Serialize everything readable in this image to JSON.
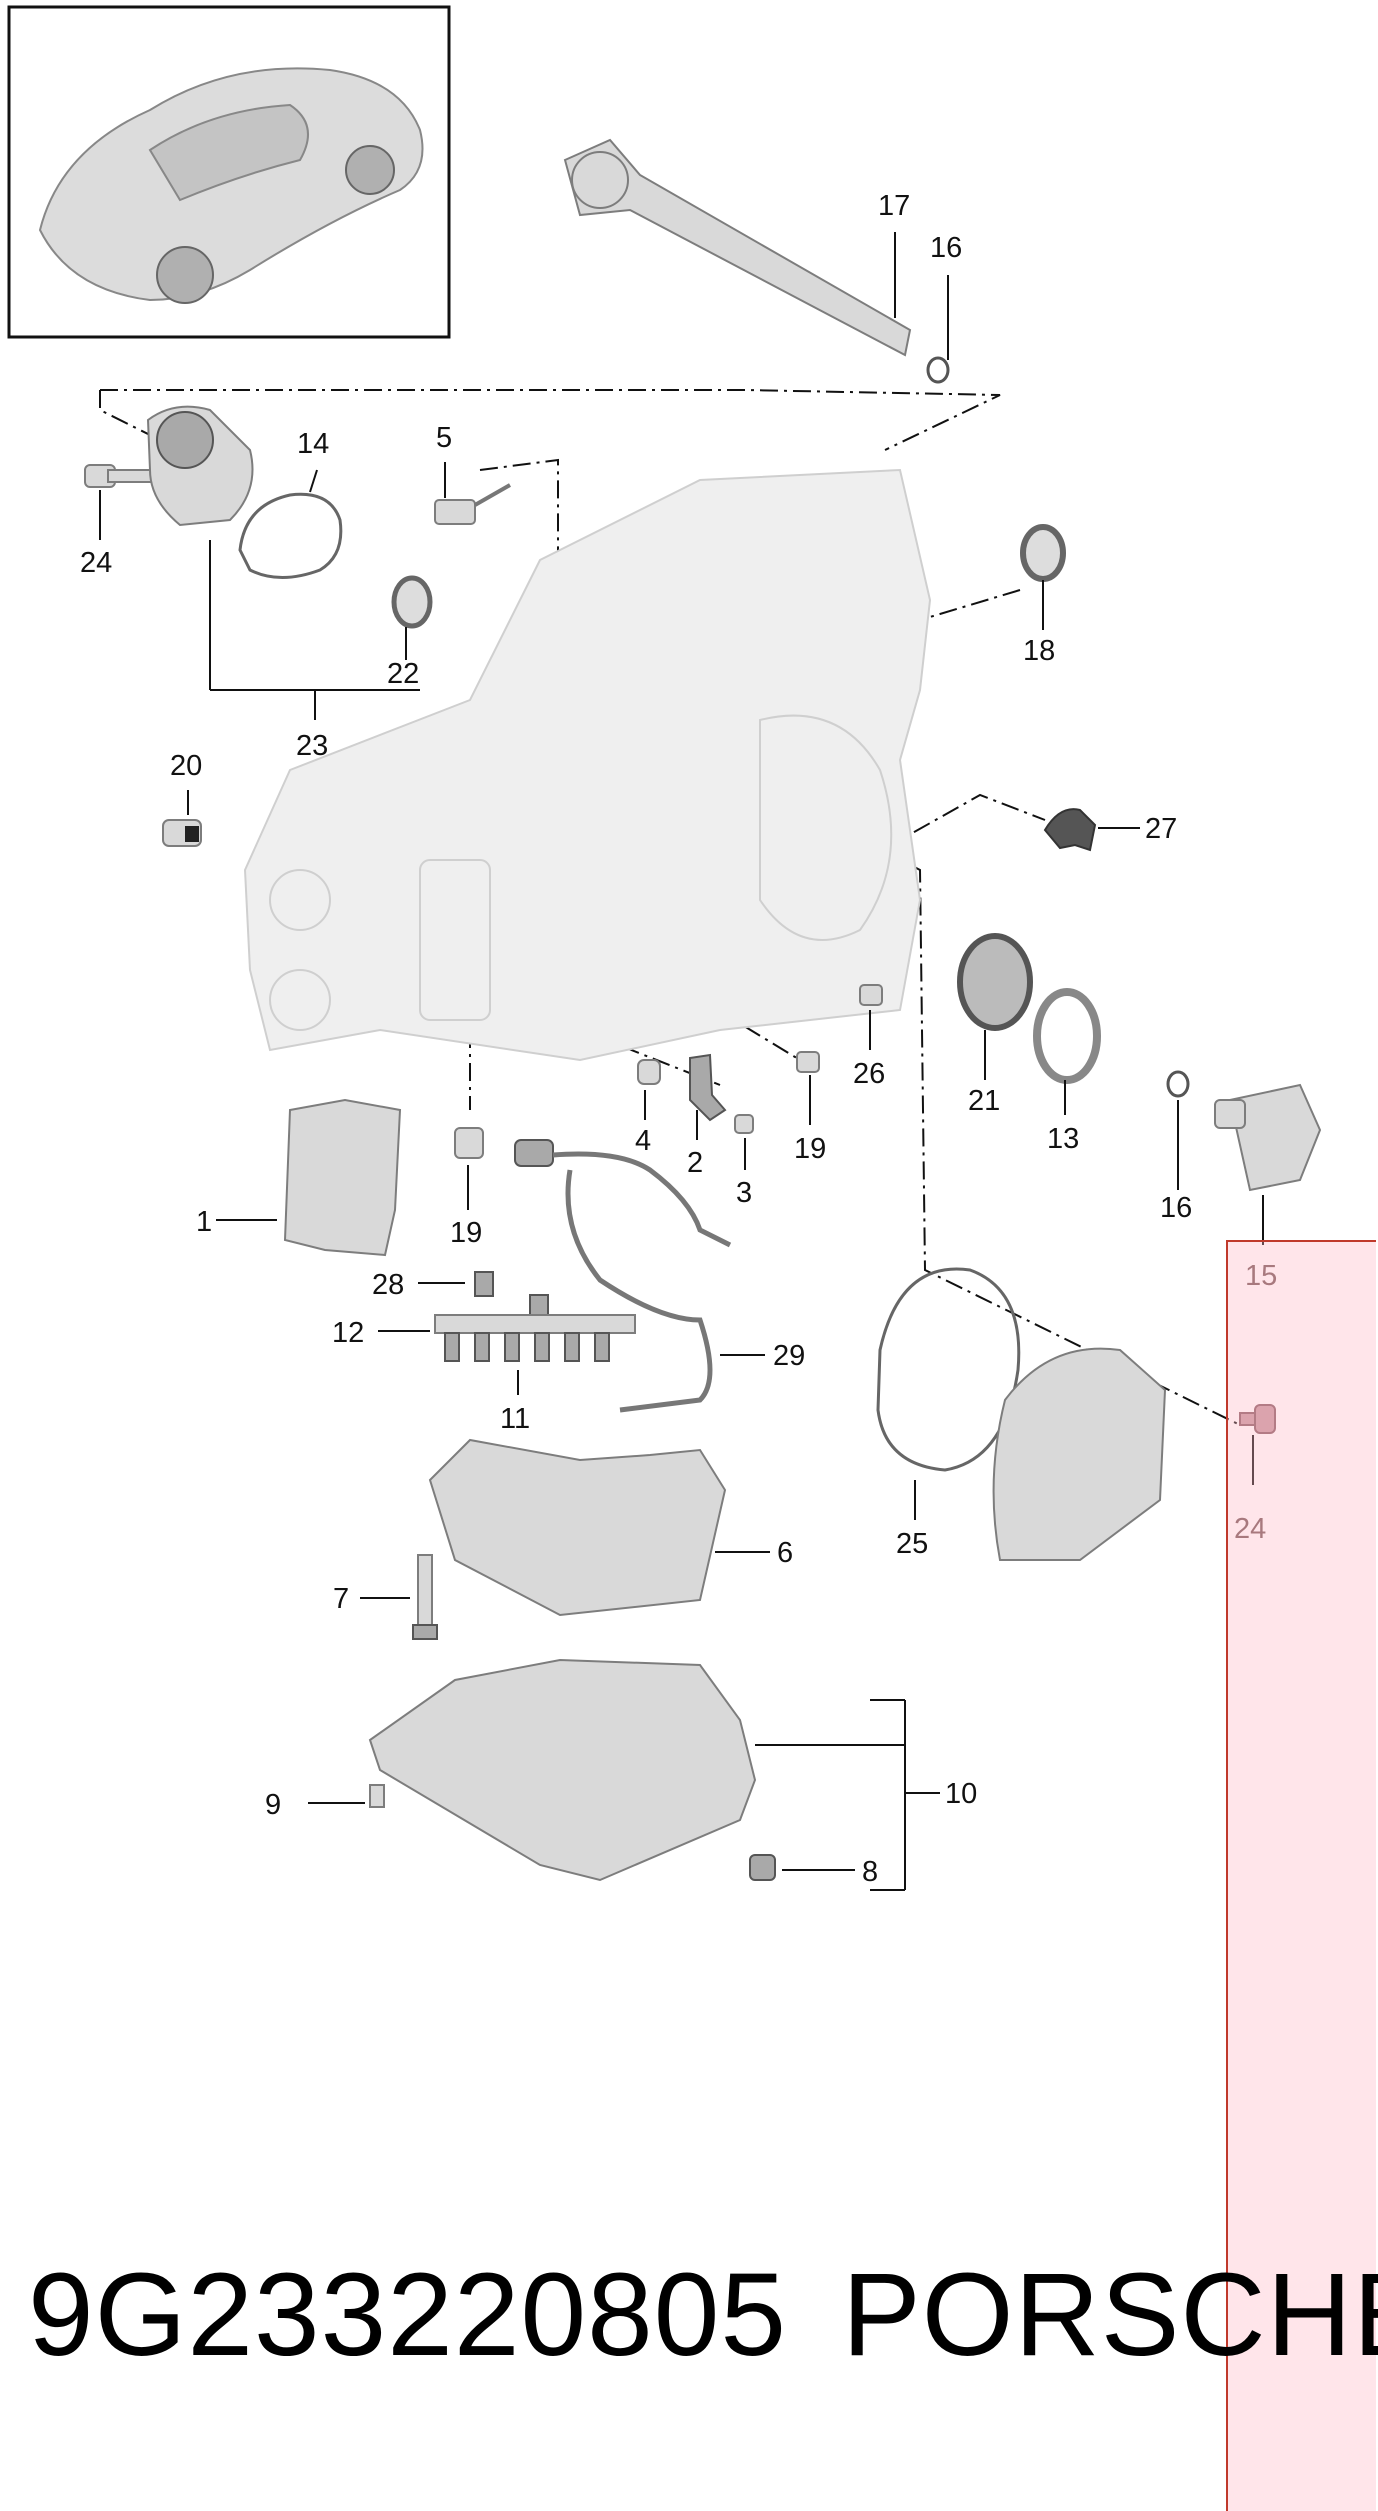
{
  "callouts": {
    "c1": "1",
    "c2": "2",
    "c3": "3",
    "c4": "4",
    "c5": "5",
    "c6": "6",
    "c7": "7",
    "c8": "8",
    "c9": "9",
    "c10": "10",
    "c11": "11",
    "c12": "12",
    "c13": "13",
    "c14": "14",
    "c15": "15",
    "c16a": "16",
    "c16b": "16",
    "c17": "17",
    "c18": "18",
    "c19a": "19",
    "c19b": "19",
    "c20": "20",
    "c21": "21",
    "c22": "22",
    "c23": "23",
    "c24a": "24",
    "c24b": "24",
    "c25": "25",
    "c26": "26",
    "c27": "27",
    "c28": "28",
    "c29": "29"
  },
  "caption": {
    "part_number": "9G233220805",
    "brand": "PORSCHE"
  },
  "colors": {
    "overlay": "#ffb4c3",
    "overlay_border": "#c0392b",
    "part_fill": "#d9d9d9",
    "housing_fill": "#efefef"
  }
}
